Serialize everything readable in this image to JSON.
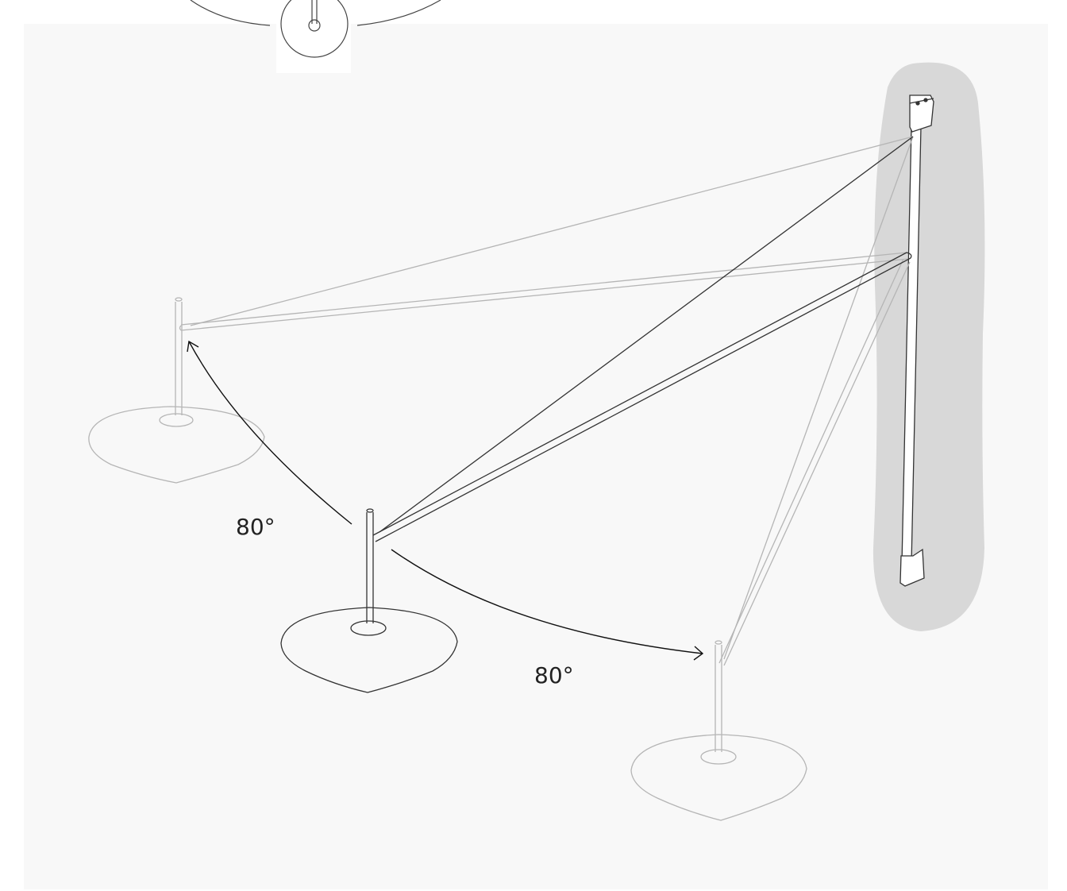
{
  "diagram": {
    "rotation_angles": [
      {
        "label": "80°",
        "direction": "left"
      },
      {
        "label": "80°",
        "direction": "right"
      }
    ],
    "colors": {
      "background_panel": "#f8f8f8",
      "wall": "#d8d8d8",
      "line_dark": "#333333",
      "line_faded": "#b5b5b5",
      "arrow": "#111111"
    },
    "parts": {
      "top_view": "top-view-inset",
      "wall": "wall-mount",
      "center_lamp": "lamp-position-center",
      "left_lamp": "lamp-position-left",
      "right_lamp": "lamp-position-right"
    }
  }
}
